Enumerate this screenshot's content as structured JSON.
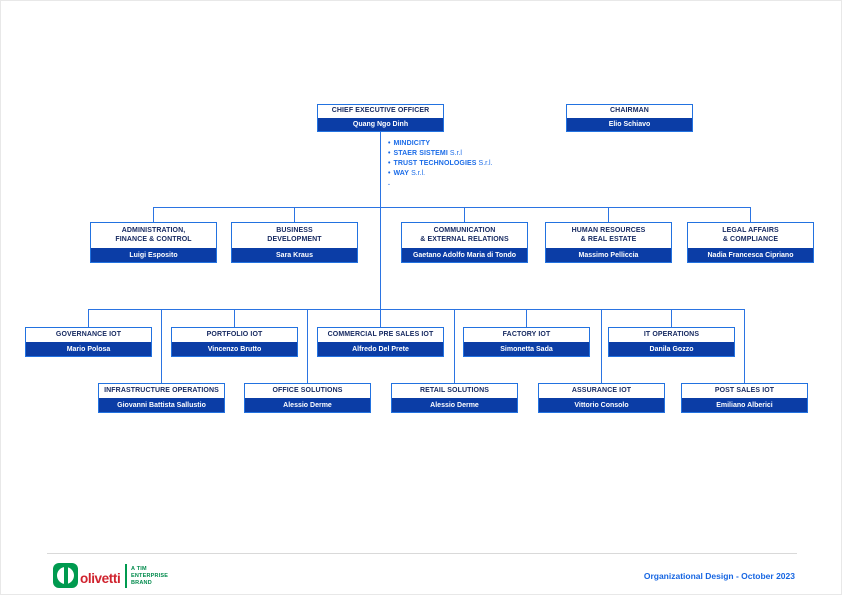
{
  "colors": {
    "accent_blue": "#2272e0",
    "navy_fill": "#0b3da6",
    "title_navy": "#14275f",
    "list_blue": "#1b6ce8",
    "footer_blue": "#1766e2",
    "logo_green": "#009a4f",
    "wordmark_red": "#d0232e",
    "rule_gray": "#d9d9d9"
  },
  "org": {
    "top": [
      {
        "title": "CHIEF EXECUTIVE OFFICER",
        "name": "Quang Ngo Dinh"
      },
      {
        "title": "CHAIRMAN",
        "name": "Elio Schiavo"
      }
    ],
    "subsidiaries": [
      {
        "name": "MINDICITY",
        "suffix": ""
      },
      {
        "name": "STAER SISTEMI",
        "suffix": "S.r.l"
      },
      {
        "name": "TRUST TECHNOLOGIES",
        "suffix": "S.r.l."
      },
      {
        "name": "WAY",
        "suffix": "S.r.l."
      }
    ],
    "subsidiaries_trailing": ".",
    "row2": [
      {
        "title1": "ADMINISTRATION,",
        "title2": "FINANCE & CONTROL",
        "name": "Luigi Esposito"
      },
      {
        "title1": "BUSINESS",
        "title2": "DEVELOPMENT",
        "name": "Sara Kraus"
      },
      {
        "title1": "COMMUNICATION",
        "title2": "& EXTERNAL RELATIONS",
        "name": "Gaetano Adolfo Maria di Tondo"
      },
      {
        "title1": "HUMAN RESOURCES",
        "title2": "& REAL ESTATE",
        "name": "Massimo Pelliccia"
      },
      {
        "title1": "LEGAL AFFAIRS",
        "title2": "& COMPLIANCE",
        "name": "Nadia Francesca Cipriano"
      }
    ],
    "row3": [
      {
        "title": "GOVERNANCE IOT",
        "name": "Mario Polosa"
      },
      {
        "title": "PORTFOLIO IOT",
        "name": "Vincenzo Brutto"
      },
      {
        "title": "COMMERCIAL PRE SALES IOT",
        "name": "Alfredo Del Prete"
      },
      {
        "title": "FACTORY IOT",
        "name": "Simonetta Sada"
      },
      {
        "title": "IT OPERATIONS",
        "name": "Danila Gozzo"
      }
    ],
    "row4": [
      {
        "title": "INFRASTRUCTURE OPERATIONS",
        "name": "Giovanni Battista Sallustio"
      },
      {
        "title": "OFFICE SOLUTIONS",
        "name": "Alessio Derme"
      },
      {
        "title": "RETAIL SOLUTIONS",
        "name": "Alessio Derme"
      },
      {
        "title": "ASSURANCE IOT",
        "name": "Vittorio Consolo"
      },
      {
        "title": "POST SALES IOT",
        "name": "Emiliano Alberici"
      }
    ]
  },
  "footer": {
    "note": "Organizational Design - October 2023",
    "brand": {
      "wordmark": "olivetti",
      "tagline": [
        "A TIM",
        "ENTERPRISE",
        "BRAND"
      ]
    }
  }
}
